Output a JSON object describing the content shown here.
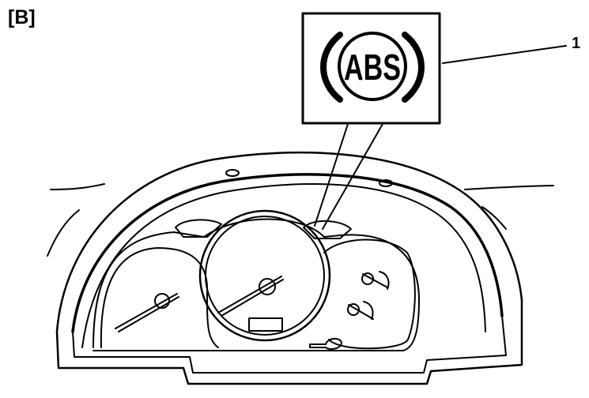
{
  "figure": {
    "panel_label": "[B]",
    "callout_number": "1",
    "abs_indicator_text": "ABS",
    "line_color": "#000000",
    "background": "#ffffff"
  }
}
